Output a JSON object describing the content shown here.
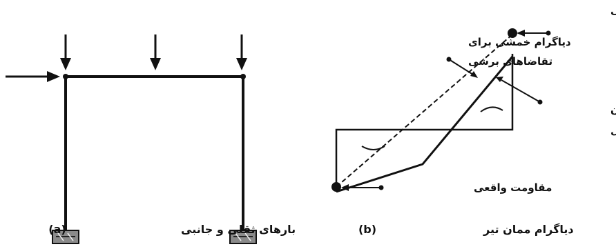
{
  "panel_a": {
    "caption_text": "بارهای ثقلی و جانبی",
    "caption_letter": "(a)"
  },
  "panel_b": {
    "caption_text": "دیاگرام ممان تیر",
    "caption_letter": "(b)",
    "label_top_resistance": "مقاومت واقعی",
    "label_bending_line1": "دیاگرام خمشی برای",
    "label_bending_line2": "تقاضاهای برشی",
    "label_analysis_line1": "تقاضاهای ممان",
    "label_analysis_line2": "برای تحلیل",
    "label_bottom_resistance": "مقاومت واقعی"
  },
  "colors": {
    "ink": "#111111",
    "support_fill": "#8a8a8a"
  }
}
